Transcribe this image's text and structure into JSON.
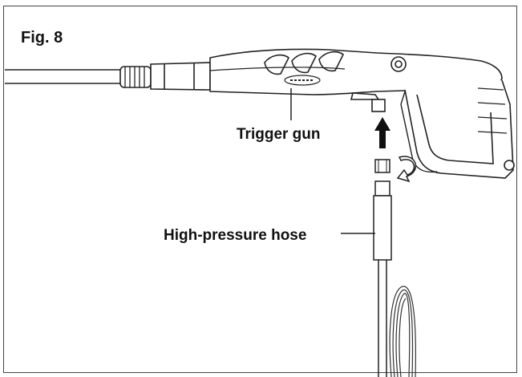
{
  "figure": {
    "label": "Fig. 8",
    "callouts": {
      "trigger_gun": "Trigger gun",
      "high_pressure_hose": "High-pressure hose"
    },
    "components": {
      "gun_body_badge": "",
      "icons": [
        "trigger-gun-icon",
        "up-arrow-icon",
        "rotate-arrow-icon",
        "hose-coil-icon",
        "hose-connector-icon"
      ]
    }
  }
}
